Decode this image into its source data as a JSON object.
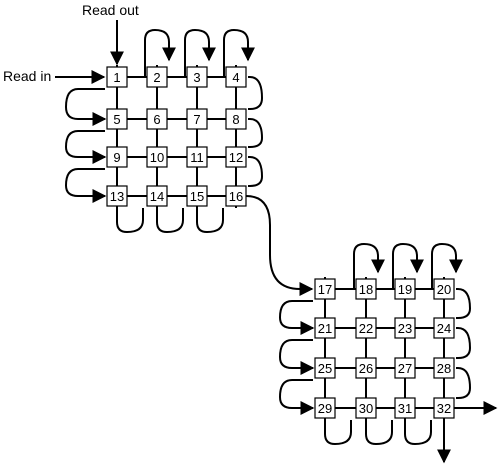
{
  "labels": {
    "read_out": "Read out",
    "read_in": "Read in"
  },
  "grids": [
    {
      "cells": [
        "1",
        "2",
        "3",
        "4",
        "5",
        "6",
        "7",
        "8",
        "9",
        "10",
        "11",
        "12",
        "13",
        "14",
        "15",
        "16"
      ]
    },
    {
      "cells": [
        "17",
        "18",
        "19",
        "20",
        "21",
        "22",
        "23",
        "24",
        "25",
        "26",
        "27",
        "28",
        "29",
        "30",
        "31",
        "32"
      ]
    }
  ]
}
